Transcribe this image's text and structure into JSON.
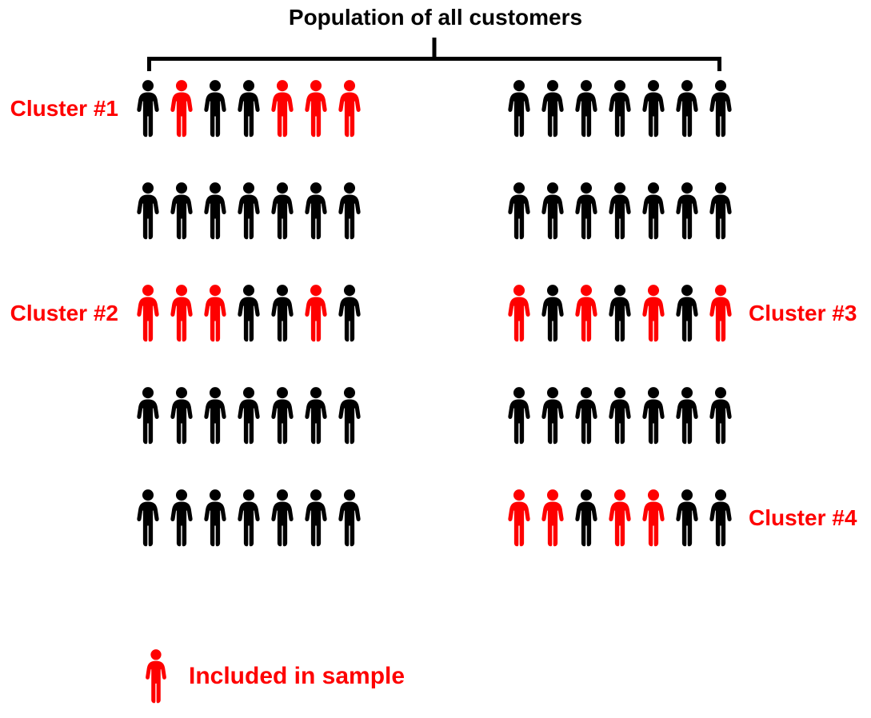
{
  "title": "Population of all customers",
  "legend": {
    "label": "Included in sample"
  },
  "colors": {
    "included": "#fe0000",
    "not_included": "#000000",
    "bracket": "#000000",
    "title_text": "#000000"
  },
  "rows": [
    {
      "left_label": "Cluster #1",
      "right_label": "",
      "left_included": [
        false,
        true,
        false,
        false,
        true,
        true,
        true
      ],
      "right_included": [
        false,
        false,
        false,
        false,
        false,
        false,
        false
      ]
    },
    {
      "left_label": "",
      "right_label": "",
      "left_included": [
        false,
        false,
        false,
        false,
        false,
        false,
        false
      ],
      "right_included": [
        false,
        false,
        false,
        false,
        false,
        false,
        false
      ]
    },
    {
      "left_label": "Cluster #2",
      "right_label": "Cluster #3",
      "left_included": [
        true,
        true,
        true,
        false,
        false,
        true,
        false
      ],
      "right_included": [
        true,
        false,
        true,
        false,
        true,
        false,
        true
      ]
    },
    {
      "left_label": "",
      "right_label": "",
      "left_included": [
        false,
        false,
        false,
        false,
        false,
        false,
        false
      ],
      "right_included": [
        false,
        false,
        false,
        false,
        false,
        false,
        false
      ]
    },
    {
      "left_label": "",
      "right_label": "Cluster #4",
      "left_included": [
        false,
        false,
        false,
        false,
        false,
        false,
        false
      ],
      "right_included": [
        true,
        true,
        false,
        true,
        true,
        false,
        false
      ]
    }
  ]
}
